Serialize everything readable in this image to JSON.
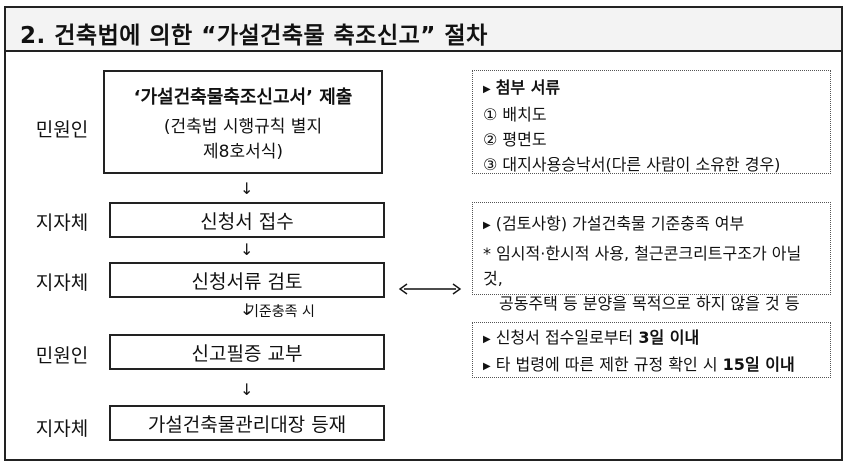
{
  "title": "2. 건축법에 의한 “가설건축물 축조신고” 절차",
  "actors": [
    "민원인",
    "지자체",
    "지자체",
    "민원인",
    "지자체"
  ],
  "steps": [
    {
      "label": "‘가설건축물축조신고서’ 제출",
      "sub1": "(건축법 시행규칙 별지",
      "sub2": "제8호서식)"
    },
    {
      "label": "신청서 접수"
    },
    {
      "label": "신청서류 검토"
    },
    {
      "label": "신고필증 교부"
    },
    {
      "label": "가설건축물관리대장 등재"
    }
  ],
  "arrow_symbol": "↓",
  "condition_label": "기준충족 시",
  "notes": {
    "attachments": {
      "head": "첨부 서류",
      "items": [
        "① 배치도",
        "② 평면도",
        "③ 대지사용승낙서(다른 사람이 소유한 경우)"
      ]
    },
    "review": {
      "head": "(검토사항) 가설건축물 기준충족 여부",
      "line1": "* 임시적·한시적 사용, 철근콘크리트구조가 아닐 것,",
      "line2": "공동주택 등 분양을 목적으로 하지 않을 것 등"
    },
    "deadline": {
      "line1_text": "신청서 접수일로부터 ",
      "line1_bold": "3일 이내",
      "line2_text": "타 법령에 따른 제한 규정 확인 시 ",
      "line2_bold": "15일 이내"
    }
  }
}
